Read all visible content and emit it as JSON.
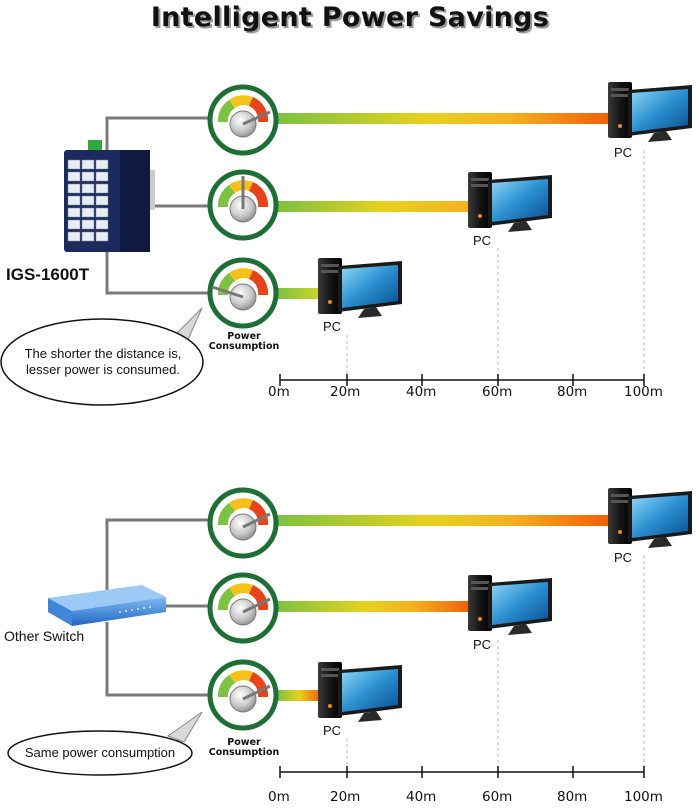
{
  "title": "Intelligent Power Savings",
  "top_panel": {
    "device_label": "IGS-1600T",
    "power_label": "Power Consumption",
    "bubble_text": "The shorter the distance is, lesser power is consumed.",
    "pc_labels": [
      "PC",
      "PC",
      "PC"
    ],
    "axis": {
      "unit": "m",
      "ticks": [
        "0m",
        "20m",
        "40m",
        "60m",
        "80m",
        "100m"
      ]
    }
  },
  "bottom_panel": {
    "device_label": "Other Switch",
    "power_label": "Power Consumption",
    "bubble_text": "Same power consumption",
    "pc_labels": [
      "PC",
      "PC",
      "PC"
    ],
    "axis": {
      "unit": "m",
      "ticks": [
        "0m",
        "20m",
        "40m",
        "60m",
        "80m",
        "100m"
      ]
    }
  },
  "colors": {
    "gauge_ring": "#1f6e35",
    "cable_start": "#7dc242",
    "cable_mid": "#f2c01c",
    "cable_end": "#f0650a",
    "switch_body": "#1c2a5e",
    "other_switch_body": "#2f7ed8"
  }
}
